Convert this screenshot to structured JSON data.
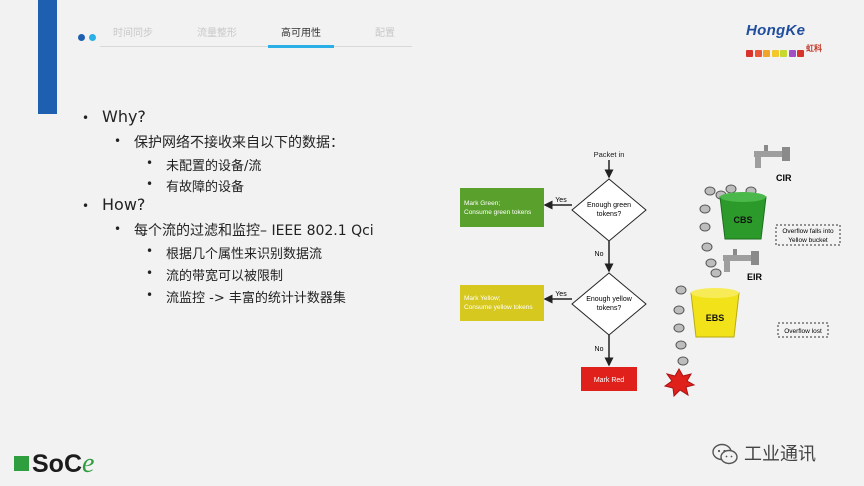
{
  "nav": {
    "tabs": [
      {
        "label": "时间同步",
        "active": false
      },
      {
        "label": "流量整形",
        "active": false
      },
      {
        "label": "高可用性",
        "active": true
      },
      {
        "label": "配置",
        "active": false
      }
    ],
    "dot_colors": [
      "#1f5fb0",
      "#2ab0e6"
    ]
  },
  "logo": {
    "text": "HongKe",
    "cn": "虹科",
    "square_colors": [
      "#d9342b",
      "#e8573a",
      "#f0a428",
      "#f2c82a",
      "#c7d931",
      "#a14ec7",
      "#d9342b"
    ]
  },
  "bullets": {
    "why": "Why?",
    "why_sub": "保护网络不接收来自以下的数据：",
    "why_items": [
      "未配置的设备/流",
      "有故障的设备"
    ],
    "how": "How?",
    "how_sub": "每个流的过滤和监控– IEEE 802.1 Qci",
    "how_items": [
      "根据几个属性来识别数据流",
      "流的带宽可以被限制",
      "流监控 -> 丰富的统计计数器集"
    ]
  },
  "flowchart": {
    "packet_in": "Packet in",
    "decision1": [
      "Enough green",
      "tokens?"
    ],
    "decision2": [
      "Enough yellow",
      "tokens?"
    ],
    "yes": "Yes",
    "no": "No",
    "green_box": [
      "Mark Green;",
      "Consume green tokens"
    ],
    "yellow_box": [
      "Mark Yellow;",
      "Consume yellow tokens"
    ],
    "red_box": "Mark Red",
    "cir": "CIR",
    "eir": "EIR",
    "cbs": "CBS",
    "ebs": "EBS",
    "overflow1": [
      "Overflow falls into",
      "Yellow bucket"
    ],
    "overflow2": "Overflow lost",
    "colors": {
      "green": "#5aa02c",
      "yellow": "#d6c81e",
      "red": "#e0201b",
      "bucket_green": "#2b9a2b",
      "bucket_yellow": "#f2e21a"
    }
  },
  "footer": {
    "brand_main": "SoC",
    "brand_e": "e",
    "wechat": "工业通讯"
  }
}
